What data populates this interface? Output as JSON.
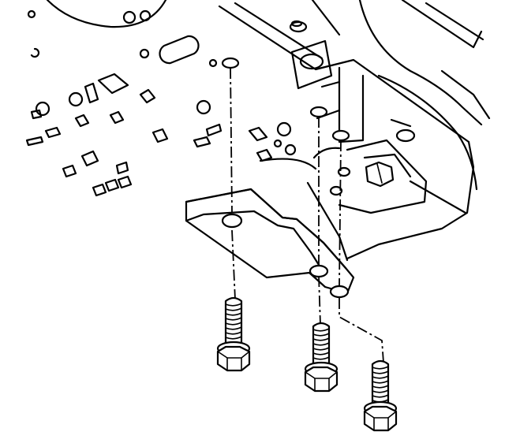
{
  "figure": {
    "description_visible_text": "",
    "parts": [
      "transmission-case",
      "valve-body-plate",
      "mounting-bracket",
      "bolt-1",
      "bolt-2",
      "bolt-3"
    ],
    "stroke_color": "#000000",
    "background_color": "#ffffff"
  }
}
